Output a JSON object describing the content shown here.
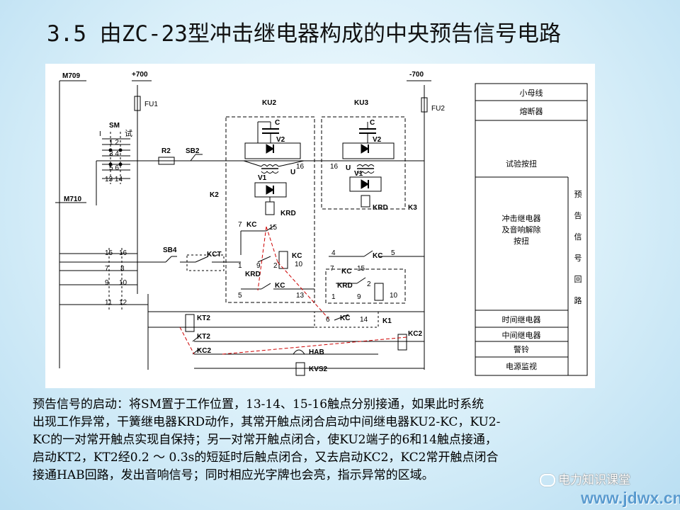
{
  "title": "3.5 由ZC-23型冲击继电器构成的中央预告信号电路",
  "diagram": {
    "buses": {
      "m709": "M709",
      "m710": "M710",
      "pos": "+700",
      "neg": "-700"
    },
    "fuses": {
      "fu1": "FU1",
      "fu2": "FU2"
    },
    "switch": {
      "sm": "SM",
      "pos_i": "I",
      "pos_test": "试",
      "contacts": [
        "1 2",
        "3 4",
        "5 6",
        "13 14",
        "15",
        "16",
        "7",
        "8",
        "9",
        "10",
        "11",
        "12"
      ]
    },
    "parts": {
      "r2": "R2",
      "sb2": "SB2",
      "k2": "K2",
      "k3": "K3",
      "sb4": "SB4",
      "kct": "KCT",
      "ku2": "KU2",
      "ku3": "KU3",
      "c": "C",
      "v2": "V2",
      "v1": "V1",
      "u": "U",
      "krd": "KRD",
      "kc": "KC",
      "kt2": "KT2",
      "kc2": "KC2",
      "hab": "HAB",
      "kvs2": "KVS2",
      "k1": "K1"
    },
    "pins": {
      "p16": "16",
      "p7": "7",
      "p15": "15",
      "p1": "1",
      "p9": "9",
      "p2": "2",
      "p10": "10",
      "p5": "5",
      "p13": "13",
      "p4": "4",
      "p6": "6",
      "p14": "14"
    },
    "legend": {
      "rows": [
        "小母线",
        "熔断器",
        "试验按扭",
        "冲击继电器",
        "及音响解除",
        "按扭",
        "时间继电器",
        "中间继电器",
        "警铃",
        "电源监视"
      ],
      "side": [
        "预",
        "告",
        "信",
        "号",
        "回",
        "路"
      ]
    }
  },
  "caption": [
    "预告信号的启动：将SM置于工作位置，13-14、15-16触点分别接通，如果此时系统",
    "出现工作异常，干簧继电器KRD动作，其常开触点闭合启动中间继电器KU2-KC，KU2-",
    "KC的一对常开触点实现自保持；另一对常开触点闭合，使KU2端子的6和14触点接通，",
    "启动KT2，KT2经0.2 ～ 0.3s的短延时后触点闭合，又去启动KC2，KC2常开触点闭合",
    "接通HAB回路，发出音响信号；同时相应光字牌也会亮，指示异常的区域。"
  ],
  "watermark": "电力知识课堂",
  "site": "www.jdwx.cn"
}
